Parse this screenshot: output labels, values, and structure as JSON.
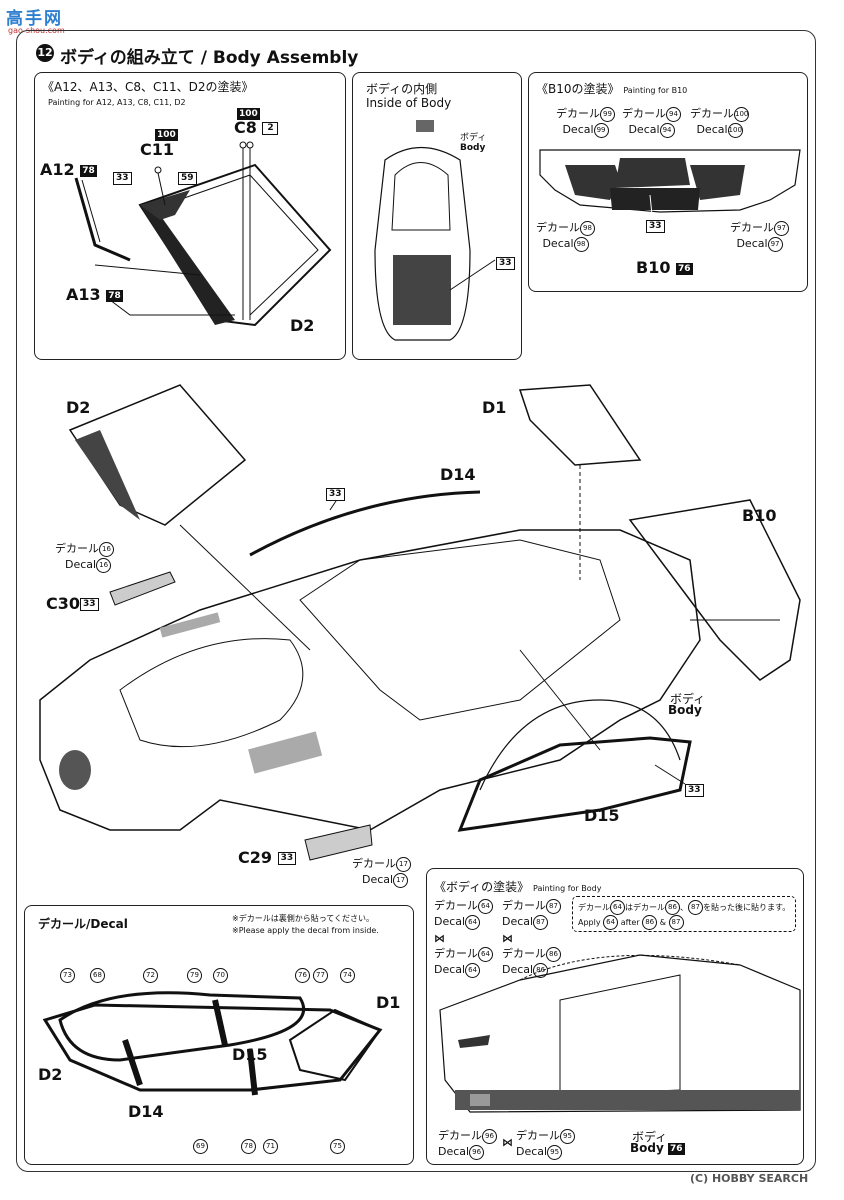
{
  "header": {
    "watermark_top": "高手网",
    "watermark_url": "gao-shou.com",
    "step_number": "12",
    "step_title": "ボディの組み立て / Body Assembly"
  },
  "panel_a": {
    "title": "《A12、A13、C8、C11、D2の塗装》",
    "subtitle": "Painting for A12, A13, C8, C11, D2",
    "labels": {
      "a12": "A12",
      "a12_paint": "78",
      "a13": "A13",
      "a13_paint": "78",
      "c11": "C11",
      "c11_paint": "100",
      "c8": "C8",
      "c8_paint": "100",
      "c8_qty": "2",
      "d2": "D2",
      "paint_33": "33",
      "paint_59": "59"
    }
  },
  "panel_b": {
    "title_jp": "ボディの内側",
    "title_en": "Inside of Body",
    "body_jp": "ボディ",
    "body_en": "Body",
    "paint_33": "33"
  },
  "panel_c": {
    "title": "《B10の塗装》",
    "subtitle": "Painting for B10",
    "decal_jp": "デカール",
    "decal_en": "Decal",
    "decals": [
      "99",
      "94",
      "100",
      "98",
      "97"
    ],
    "paint_33": "33",
    "part": "B10",
    "part_paint": "76"
  },
  "main": {
    "d2": "D2",
    "d1": "D1",
    "d14": "D14",
    "d15": "D15",
    "b10": "B10",
    "c30": "C30",
    "c30_paint": "33",
    "c29": "C29",
    "c29_paint": "33",
    "paint_33": "33",
    "decal_jp": "デカール",
    "decal_en": "Decal",
    "decal_16": "16",
    "decal_17": "17",
    "body_jp": "ボディ",
    "body_en": "Body"
  },
  "panel_decal": {
    "title": "デカール/Decal",
    "note_jp": "※デカールは裏側から貼ってください。",
    "note_en": "※Please apply the decal from inside.",
    "numbers_top": [
      "73",
      "68",
      "72",
      "79",
      "70",
      "76",
      "77",
      "74"
    ],
    "numbers_bottom": [
      "69",
      "78",
      "71",
      "75"
    ],
    "d1": "D1",
    "d15": "D15",
    "d2": "D2",
    "d14": "D14"
  },
  "panel_body": {
    "title": "《ボディの塗装》",
    "subtitle": "Painting for Body",
    "note_jp_a": "デカール",
    "note_jp_b": "はデカール",
    "note_jp_c": "を貼った後に貼ります。",
    "note_en_a": "Apply",
    "note_en_b": "after",
    "note_en_c": "&",
    "n64": "64",
    "n86": "86",
    "n87": "87",
    "decal_jp": "デカール",
    "decal_en": "Decal",
    "n95": "95",
    "n96": "96",
    "body_jp": "ボディ",
    "body_en": "Body",
    "body_paint": "76"
  },
  "footer": {
    "credit": "(C) HOBBY SEARCH"
  }
}
